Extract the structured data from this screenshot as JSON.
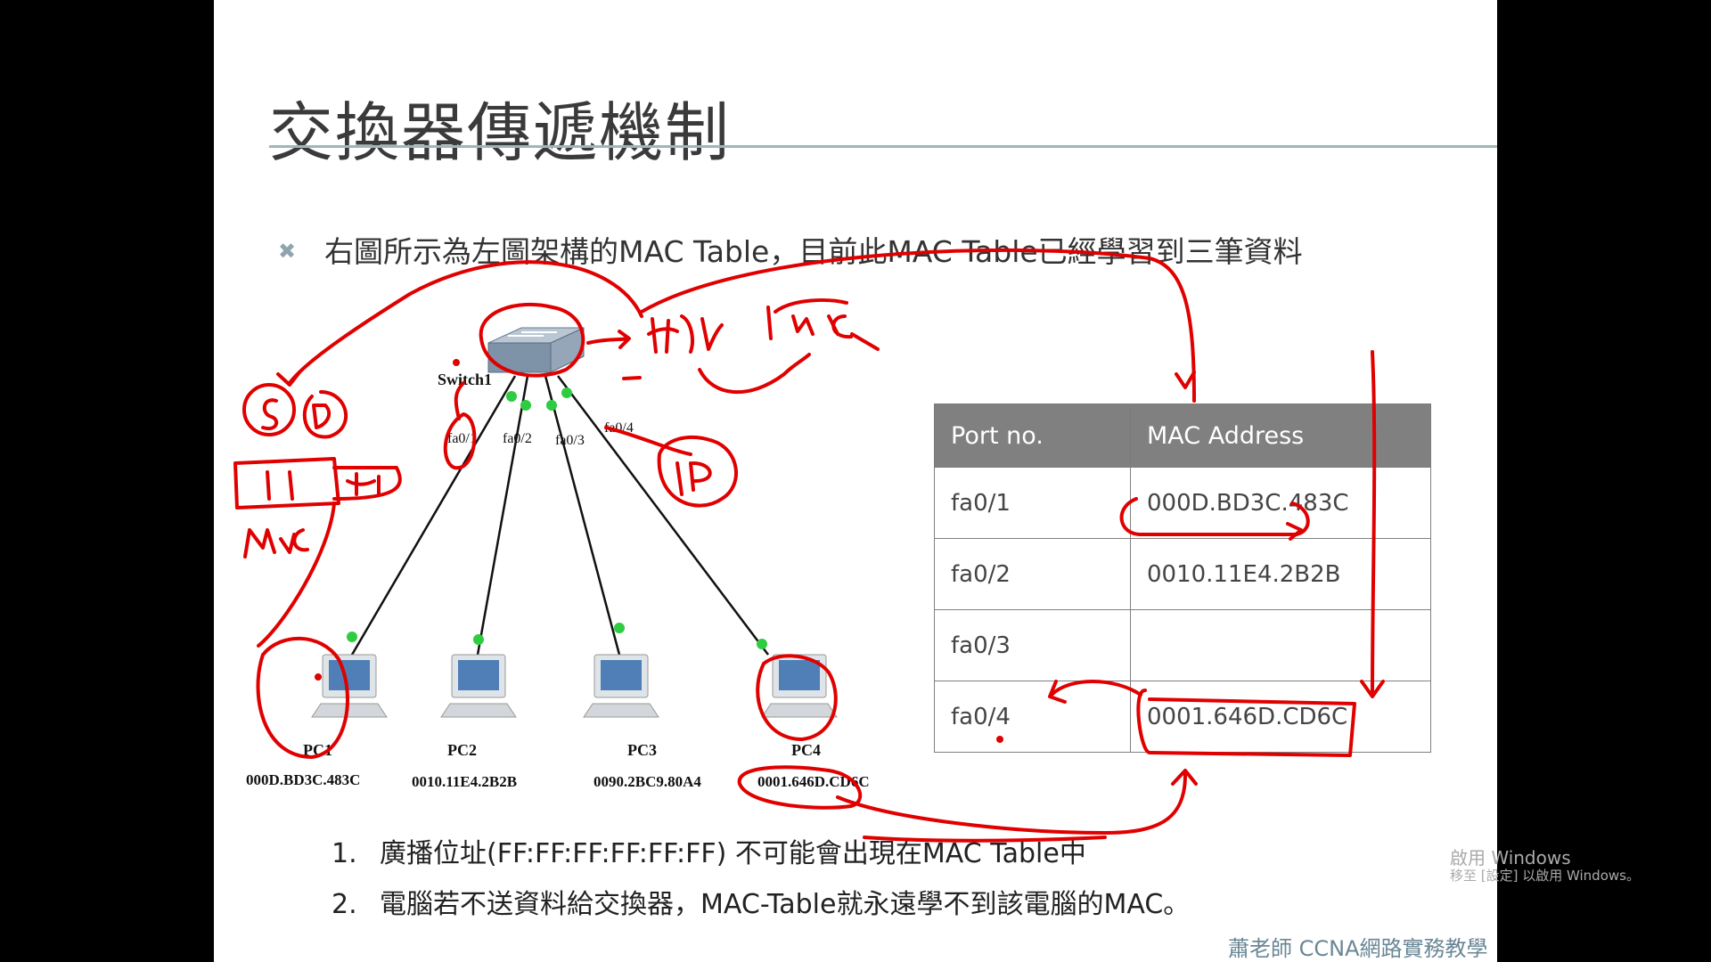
{
  "slide": {
    "title": "交換器傳遞機制",
    "bullet": "右圖所示為左圖架構的MAC Table，目前此MAC Table已經學習到三筆資料",
    "footer": "蕭老師 CCNA網路實務教學"
  },
  "network": {
    "switch_label": "Switch1",
    "ports": [
      "fa0/1",
      "fa0/2",
      "fa0/3",
      "fa0/4"
    ],
    "pcs": [
      {
        "name": "PC1",
        "mac": "000D.BD3C.483C"
      },
      {
        "name": "PC2",
        "mac": "0010.11E4.2B2B"
      },
      {
        "name": "PC3",
        "mac": "0090.2BC9.80A4"
      },
      {
        "name": "PC4",
        "mac": "0001.646D.CD6C"
      }
    ]
  },
  "mac_table": {
    "headers": [
      "Port no.",
      "MAC Address"
    ],
    "rows": [
      {
        "port": "fa0/1",
        "mac": "000D.BD3C.483C"
      },
      {
        "port": "fa0/2",
        "mac": "0010.11E4.2B2B"
      },
      {
        "port": "fa0/3",
        "mac": ""
      },
      {
        "port": "fa0/4",
        "mac": "0001.646D.CD6C"
      }
    ]
  },
  "notes": [
    {
      "num": "1.",
      "text": "廣播位址(FF:FF:FF:FF:FF:FF) 不可能會出現在MAC Table中"
    },
    {
      "num": "2.",
      "text": "電腦若不送資料給交換器，MAC-Table就永遠學不到該電腦的MAC。"
    }
  ],
  "watermark": {
    "line1": "啟用 Windows",
    "line2": "移至 [設定] 以啟用 Windows。"
  },
  "colors": {
    "annotation": "#e00000",
    "link_dot": "#2ecc40",
    "table_header": "#808080",
    "title_rule": "#9fb6b8"
  }
}
